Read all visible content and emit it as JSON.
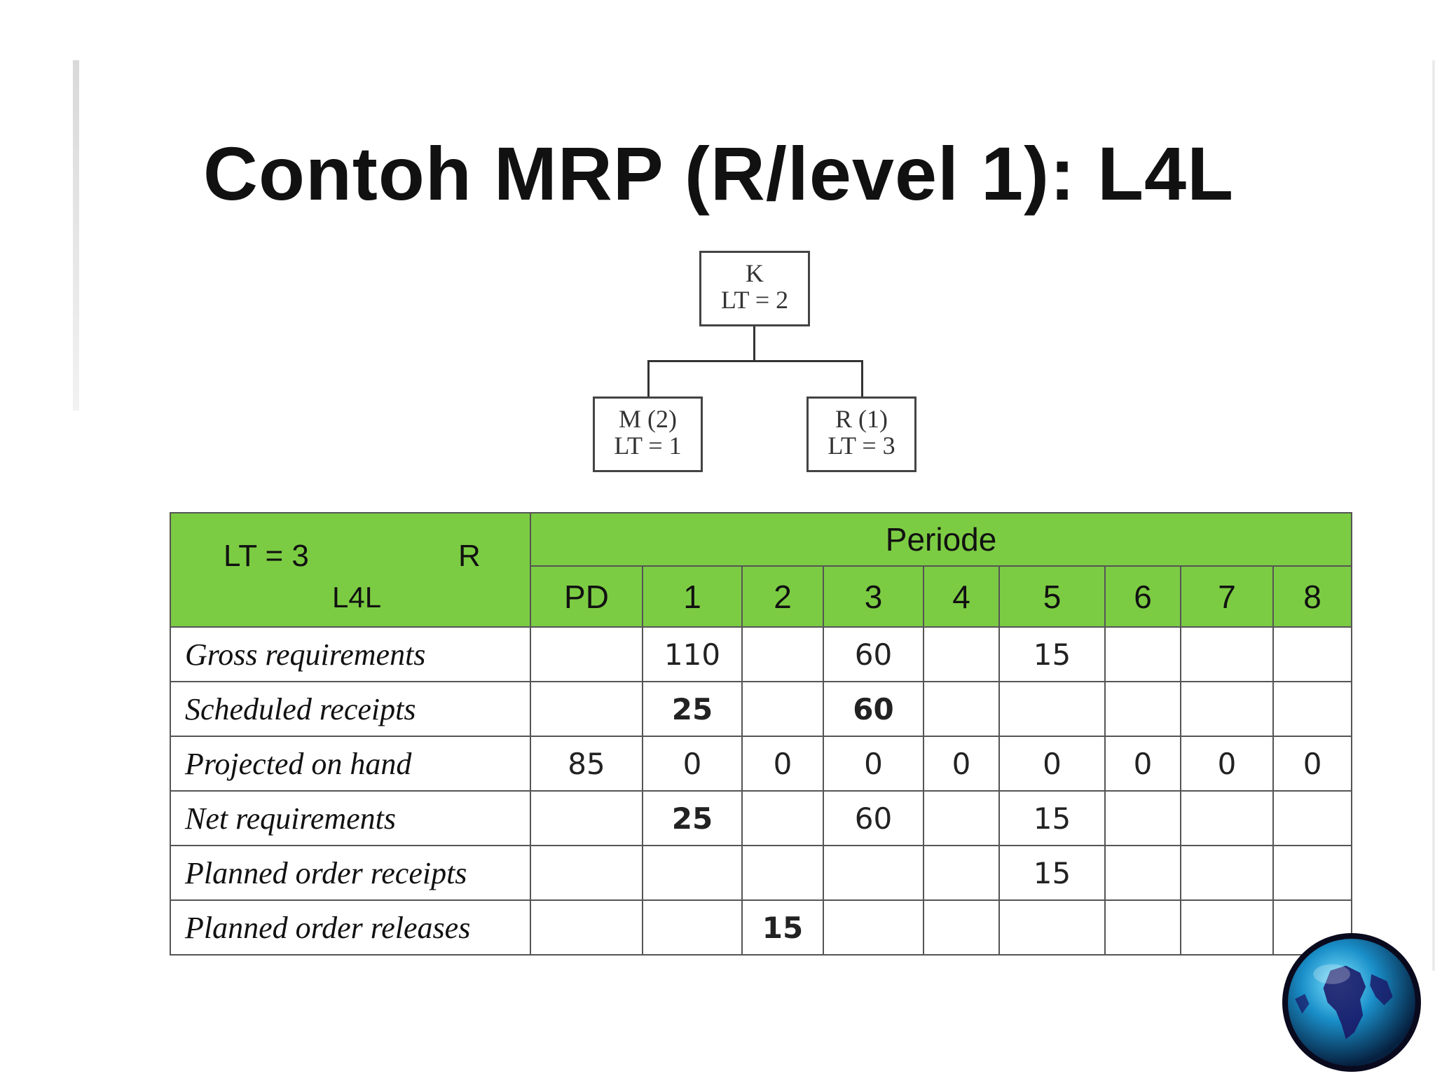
{
  "title": "Contoh MRP (R/level 1): L4L",
  "tree": {
    "root": {
      "line1": "K",
      "line2": "LT = 2"
    },
    "left": {
      "line1": "M (2)",
      "line2": "LT = 1"
    },
    "right": {
      "line1": "R (1)",
      "line2": "LT = 3"
    }
  },
  "table": {
    "header": {
      "lead_time": "LT = 3",
      "item": "R",
      "lot_rule": "L4L",
      "periode": "Periode",
      "columns": [
        "PD",
        "1",
        "2",
        "3",
        "4",
        "5",
        "6",
        "7",
        "8"
      ]
    },
    "rows": [
      {
        "label": "Gross requirements",
        "cells": [
          "",
          "110",
          "",
          "60",
          "",
          "15",
          "",
          "",
          ""
        ],
        "bold": [
          false,
          false,
          false,
          false,
          false,
          false,
          false,
          false,
          false
        ]
      },
      {
        "label": "Scheduled receipts",
        "cells": [
          "",
          "25",
          "",
          "60",
          "",
          "",
          "",
          "",
          ""
        ],
        "bold": [
          false,
          true,
          false,
          true,
          false,
          false,
          false,
          false,
          false
        ]
      },
      {
        "label": "Projected on hand",
        "cells": [
          "85",
          "0",
          "0",
          "0",
          "0",
          "0",
          "0",
          "0",
          "0"
        ],
        "bold": [
          false,
          false,
          false,
          false,
          false,
          false,
          false,
          false,
          false
        ]
      },
      {
        "label": "Net requirements",
        "cells": [
          "",
          "25",
          "",
          "60",
          "",
          "15",
          "",
          "",
          ""
        ],
        "bold": [
          false,
          true,
          false,
          false,
          false,
          false,
          false,
          false,
          false
        ]
      },
      {
        "label": "Planned  order receipts",
        "cells": [
          "",
          "",
          "",
          "",
          "",
          "15",
          "",
          "",
          ""
        ],
        "bold": [
          false,
          false,
          false,
          false,
          false,
          false,
          false,
          false,
          false
        ]
      },
      {
        "label": "Planned  order releases",
        "cells": [
          "",
          "",
          "15",
          "",
          "",
          "",
          "",
          "",
          ""
        ],
        "bold": [
          false,
          false,
          true,
          false,
          false,
          false,
          false,
          false,
          false
        ]
      }
    ]
  },
  "colors": {
    "header_green": "#7ccc43"
  },
  "icons": {
    "corner": "globe-icon"
  }
}
